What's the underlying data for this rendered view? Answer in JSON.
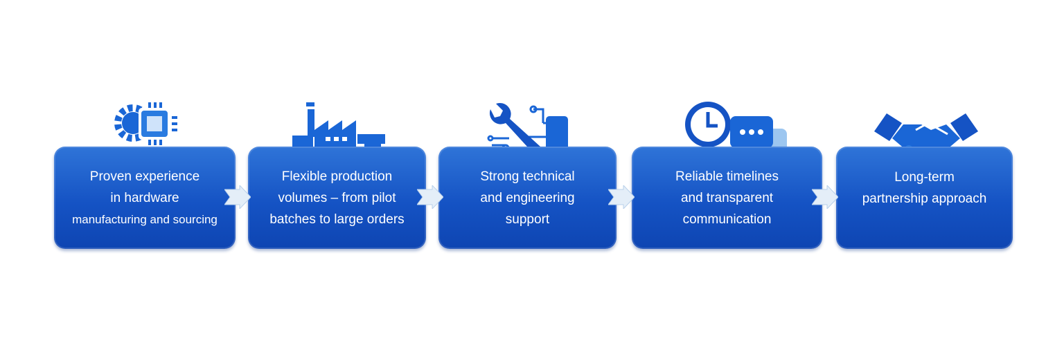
{
  "steps": [
    {
      "lines": [
        "Proven experience",
        "in hardware",
        "manufacturing and sourcing"
      ],
      "icon": "gear-chip-icon"
    },
    {
      "lines": [
        "Flexible production",
        "volumes – from pilot",
        "batches to large orders"
      ],
      "icon": "factory-icon"
    },
    {
      "lines": [
        "Strong technical",
        "and engineering",
        "support"
      ],
      "icon": "wrench-circuit-icon"
    },
    {
      "lines": [
        "Reliable timelines",
        "and transparent",
        "communication"
      ],
      "icon": "clock-chat-icon"
    },
    {
      "lines": [
        "Long-term",
        "partnership approach"
      ],
      "icon": "handshake-icon"
    }
  ],
  "colors": {
    "box": "#1553c4",
    "icon": "#1a66d6",
    "arrow": "#e4eef8"
  }
}
